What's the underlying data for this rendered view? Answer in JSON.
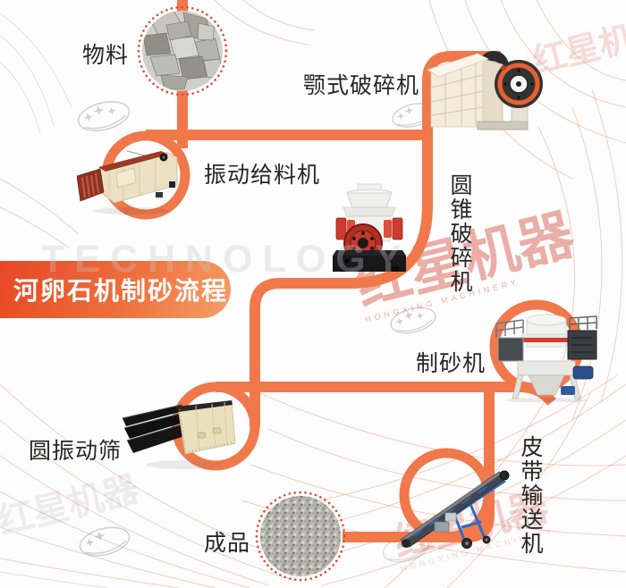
{
  "banner": {
    "title": "河卵石机制砂流程"
  },
  "labels": {
    "material": "物料",
    "feeder": "振动给料机",
    "jaw": "颚式破碎机",
    "cone": "圆锥破碎机",
    "sand_maker": "制砂机",
    "screen": "圆振动筛",
    "conveyor": "皮带输送机",
    "product": "成品"
  },
  "flow_sequence": [
    "物料",
    "振动给料机",
    "颚式破碎机",
    "圆锥破碎机",
    "制砂机",
    "圆振动筛",
    "皮带输送机",
    "成品"
  ],
  "watermarks": {
    "technology": "TECHNOLOGY",
    "brand_cn": "红星机器",
    "brand_en": "HONGXING MACHINERY"
  },
  "colors": {
    "flow_line": "#f1784b",
    "dotted_border": "#e8492b",
    "banner_gradient_start": "#e64724",
    "banner_gradient_end": "#f5a068",
    "label_text": "#262626",
    "banner_text": "#ffffff"
  }
}
